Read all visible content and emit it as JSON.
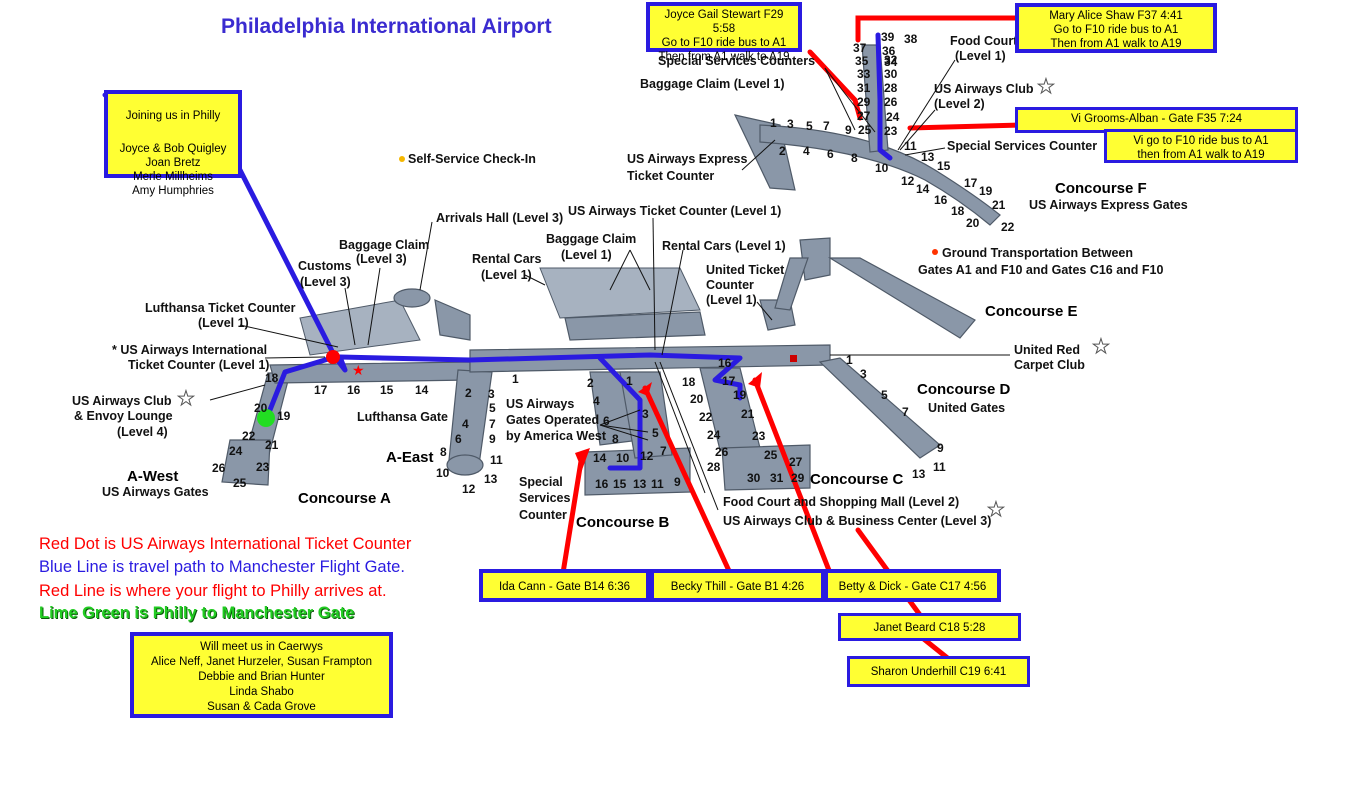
{
  "title": "Philadelphia International Airport",
  "colors": {
    "route_blue": "#2a1be0",
    "route_red": "#ff0000",
    "callout_fill": "#ffff33",
    "gate_green": "#22dd22",
    "building": "#8a97a8"
  },
  "callouts": {
    "joining": {
      "heading": "Joining us in Philly",
      "names": "Joyce & Bob Quigley\nJoan Bretz\nMerle Millheims\nAmy Humphries"
    },
    "joyce": "Joyce Gail Stewart F29 5:58\nGo to F10 ride bus to A1\nThen from A1 walk to A19",
    "mary": "Mary Alice Shaw F37 4:41\nGo to F10 ride bus to A1\nThen from A1 walk to A19",
    "vi_title": "Vi Grooms-Alban - Gate F35  7:24",
    "vi_body": "Vi go to F10 ride bus to A1\nthen from A1 walk to A19",
    "ida": "Ida Cann - Gate B14  6:36",
    "becky": "Becky Thill - Gate B1 4:26",
    "betty": "Betty & Dick - Gate C17 4:56",
    "janet": "Janet Beard C18  5:28",
    "sharon": "Sharon Underhill  C19  6:41",
    "meet": "Will meet us in Caerwys\nAlice Neff, Janet Hurzeler, Susan Frampton\nDebbie and Brian Hunter\nLinda Shabo\nSusan & Cada Grove"
  },
  "legend": [
    {
      "text": "Red Dot is US Airways International Ticket Counter",
      "color": "#ff0000"
    },
    {
      "text": "Blue Line is travel path to Manchester Flight Gate.",
      "color": "#2a1be0"
    },
    {
      "text": "Red Line is where your flight to Philly arrives at.",
      "color": "#ff0000"
    },
    {
      "text": "Lime Green is Philly to Manchester Gate",
      "color": "#22cc22"
    }
  ],
  "labels": {
    "self_service": "Self-Service Check-In",
    "arrivals_hall": "Arrivals Hall (Level 3)",
    "baggage_claim_3_a": "Baggage Claim",
    "baggage_claim_3_b": "(Level 3)",
    "customs_a": "Customs",
    "customs_b": "(Level 3)",
    "lufthansa_tc_a": "Lufthansa Ticket Counter",
    "lufthansa_tc_b": "(Level 1)",
    "usa_intl_a": "* US Airways International",
    "usa_intl_b": "Ticket Counter (Level 1)",
    "usa_club_a": "US Airways Club",
    "usa_club_b": "& Envoy Lounge",
    "usa_club_c": "(Level 4)",
    "lufthansa_gate": "Lufthansa Gate",
    "rental_cars_a": "Rental Cars",
    "rental_cars_b": "(Level 1)",
    "baggage_claim_1_a": "Baggage Claim",
    "baggage_claim_1_b": "(Level 1)",
    "usa_ticket_counter": "US Airways Ticket Counter (Level 1)",
    "rental_cars_2": "Rental Cars (Level 1)",
    "united_tc_a": "United Ticket",
    "united_tc_b": "Counter",
    "united_tc_c": "(Level 1)",
    "usa_express_tc_a": "US Airways Express",
    "usa_express_tc_b": "Ticket Counter",
    "baggage_claim_f": "Baggage Claim (Level 1)",
    "special_services_counters": "Special Services Counters",
    "food_court_a": "Food Court",
    "food_court_b": "(Level 1)",
    "usa_club_f_a": "US Airways Club",
    "usa_club_f_b": "(Level 2)",
    "special_services_counter": "Special Services Counter",
    "concourse_f": "Concourse F",
    "concourse_f_sub": "US Airways Express Gates",
    "ground_transport_a": "Ground Transportation Between",
    "ground_transport_b": "Gates A1 and F10 and Gates C16 and F10",
    "concourse_e": "Concourse E",
    "united_red_a": "United Red",
    "united_red_b": "Carpet Club",
    "concourse_d": "Concourse D",
    "concourse_d_sub": "United Gates",
    "concourse_c": "Concourse C",
    "food_court_mall": "Food Court and Shopping Mall (Level 2)",
    "usa_club_business": "US Airways Club & Business Center (Level 3)",
    "concourse_b": "Concourse B",
    "special_services_b_a": "Special",
    "special_services_b_b": "Services",
    "special_services_b_c": "Counter",
    "usa_gates_aw_a": "US Airways",
    "usa_gates_aw_b": "Gates Operated",
    "usa_gates_aw_c": "by America West",
    "a_east": "A-East",
    "concourse_a": "Concourse A",
    "a_west": "A-West",
    "a_west_sub": "US Airways Gates"
  },
  "gates": {
    "a_west": [
      "18",
      "17",
      "16",
      "15",
      "14",
      "20",
      "19",
      "22",
      "21",
      "24",
      "23",
      "26",
      "25"
    ],
    "a_east": [
      "1",
      "2",
      "4",
      "3",
      "6",
      "5",
      "8",
      "7",
      "10",
      "9",
      "11",
      "12",
      "13"
    ],
    "b": [
      "1",
      "2",
      "3",
      "4",
      "5",
      "6",
      "7",
      "8",
      "9",
      "10",
      "11",
      "13",
      "14",
      "15",
      "16",
      "12"
    ],
    "c": [
      "16",
      "17",
      "18",
      "19",
      "20",
      "21",
      "22",
      "23",
      "24",
      "25",
      "26",
      "27",
      "28",
      "29",
      "30",
      "31"
    ],
    "d": [
      "1",
      "3",
      "5",
      "7",
      "9",
      "11",
      "13"
    ],
    "f": [
      "1",
      "3",
      "5",
      "7",
      "9",
      "2",
      "4",
      "6",
      "8",
      "10",
      "11",
      "12",
      "13",
      "14",
      "15",
      "16",
      "17",
      "18",
      "19",
      "20",
      "21",
      "22",
      "23",
      "24",
      "25",
      "26",
      "27",
      "28",
      "29",
      "30",
      "31",
      "32",
      "33",
      "34",
      "35",
      "36",
      "37",
      "38",
      "39"
    ]
  }
}
